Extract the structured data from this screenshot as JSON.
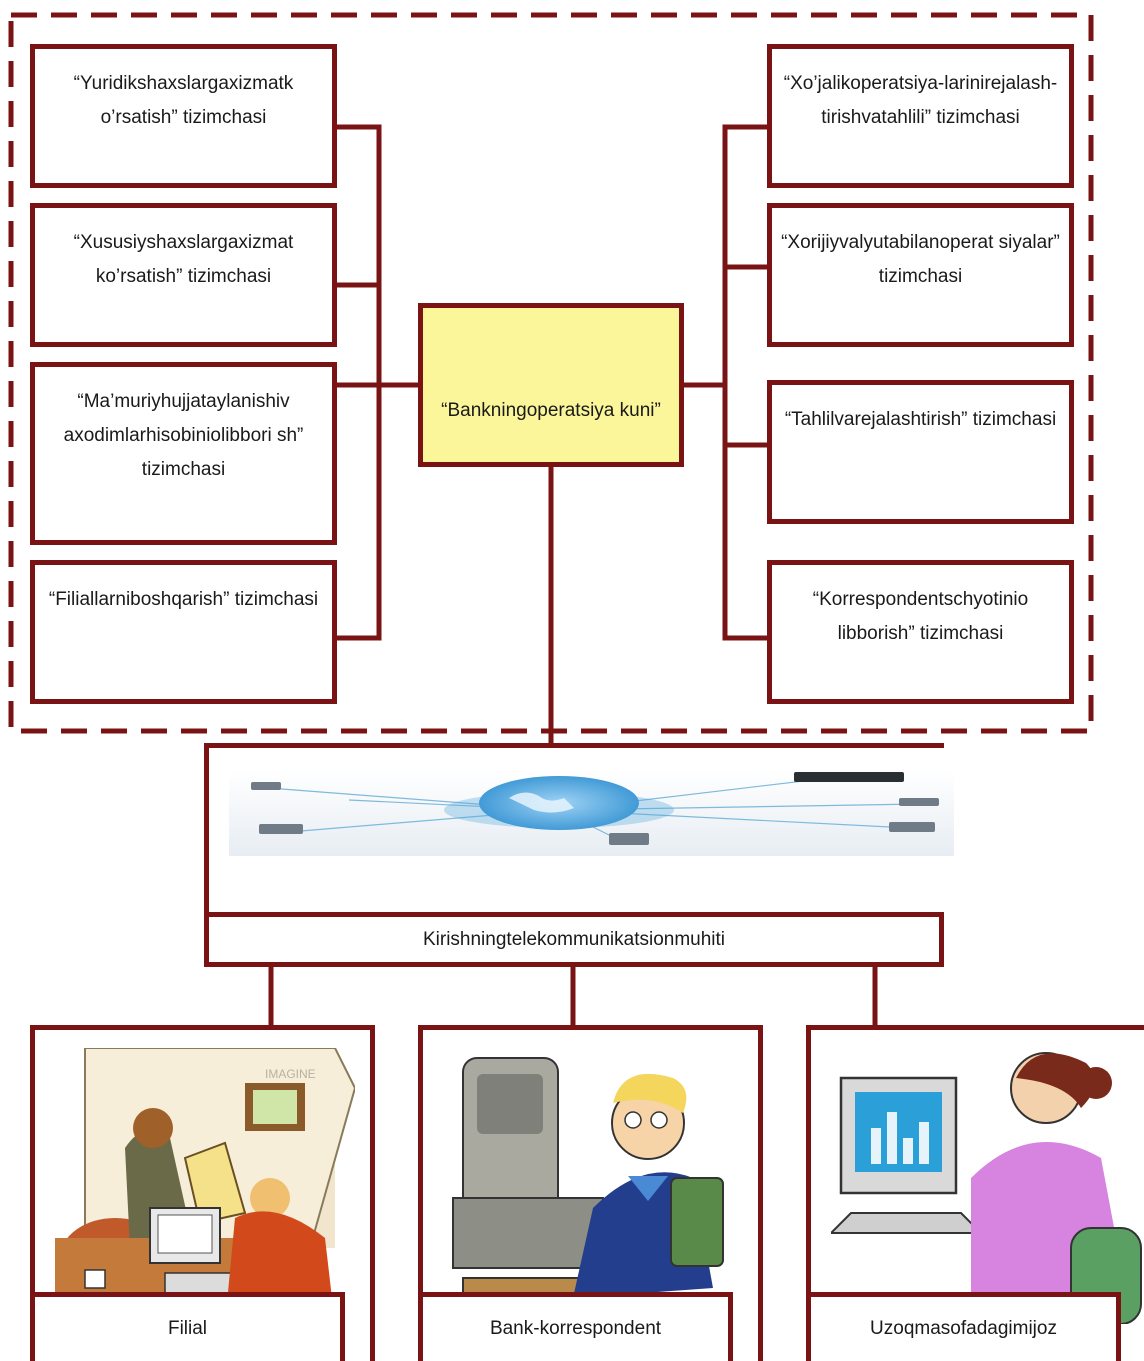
{
  "left_boxes": [
    {
      "label": "“Yuridikshaxslargaxizmatk o’rsatish” tizimchasi"
    },
    {
      "label": "“Xususiyshaxslargaxizmat ko’rsatish” tizimchasi"
    },
    {
      "label": "“Ma’muriyhujjataylanishiv axodimlarhisobiniolibbori sh” tizimchasi"
    },
    {
      "label": "“Filiallarniboshqarish” tizimchasi"
    }
  ],
  "right_boxes": [
    {
      "label": "“Xo’jalikoperatsiya-larinirejalash-tirishvatahlili” tizimchasi"
    },
    {
      "label": "“Xorijiyvalyutabilanoperat siyalar” tizimchasi"
    },
    {
      "label": "“Tahlilvarejalashtirish” tizimchasi"
    },
    {
      "label": "“Korrespondentschyotinio libborish” tizimchasi"
    }
  ],
  "center": {
    "label": "“Bankningoperatsiya kuni”"
  },
  "network": {
    "label": "Kirishningtelekommunikatsionmuhiti"
  },
  "bottom_boxes": [
    {
      "label": "Filial",
      "image": "office-workers-illustration"
    },
    {
      "label": "Bank-korrespondent",
      "image": "man-at-computer-illustration"
    },
    {
      "label": "Uzoqmasofadagimijoz",
      "image": "woman-at-computer-illustration"
    }
  ],
  "watermark": "IMAGINE",
  "colors": {
    "border": "#7a1414",
    "center_fill": "#fcf69a",
    "globe": "#4aa3dc"
  }
}
